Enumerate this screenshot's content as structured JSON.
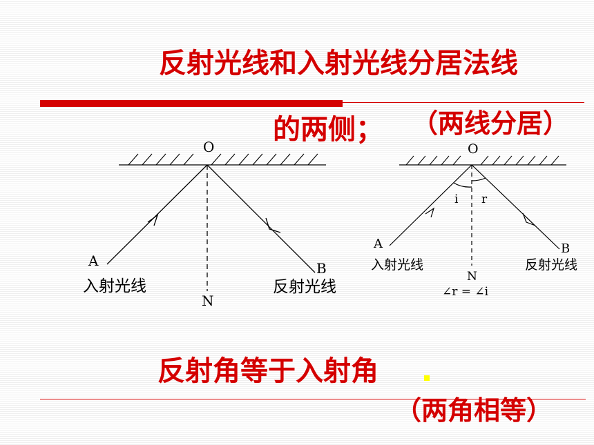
{
  "title": {
    "line1": "反射光线和入射光线分居法线",
    "line2": "的两侧；",
    "paren": "（两线分居）"
  },
  "law2": {
    "text": "反射角等于入射角",
    "paren": "（两角相等）"
  },
  "diagram_left": {
    "point_o": "O",
    "point_a": "A",
    "point_b": "B",
    "point_n": "N",
    "incident_label": "入射光线",
    "reflected_label": "反射光线"
  },
  "diagram_right": {
    "point_o": "O",
    "point_a": "A",
    "point_b": "B",
    "point_n": "N",
    "angle_i": "i",
    "angle_r": "r",
    "incident_label": "入射光线",
    "reflected_label": "反射光线",
    "equation": "∠r = ∠i"
  },
  "colors": {
    "accent": "#d40000",
    "highlight": "#ffff00",
    "line": "#000000"
  }
}
